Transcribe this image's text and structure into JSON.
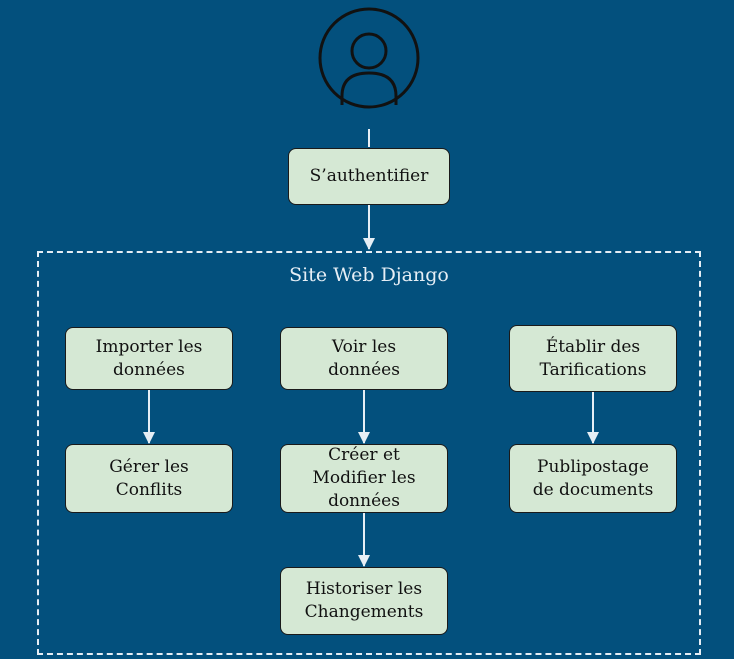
{
  "colors": {
    "background": "#03507d",
    "node_fill": "#d5e8d4",
    "node_border": "#1a1a1a",
    "line": "#e6eef5"
  },
  "actor": {
    "icon": "user-icon"
  },
  "nodes": {
    "auth": "S’authentifier",
    "import": "Importer les\ndonnées",
    "view": "Voir les\ndonnées",
    "tariffs": "Établir des\nTarifications",
    "conflicts": "Gérer les\nConflits",
    "edit": "Créer et\nModifier les\ndonnées",
    "mailmerge": "Publipostage\nde documents",
    "history": "Historiser les\nChangements"
  },
  "boundary": {
    "label": "Site Web Django"
  }
}
